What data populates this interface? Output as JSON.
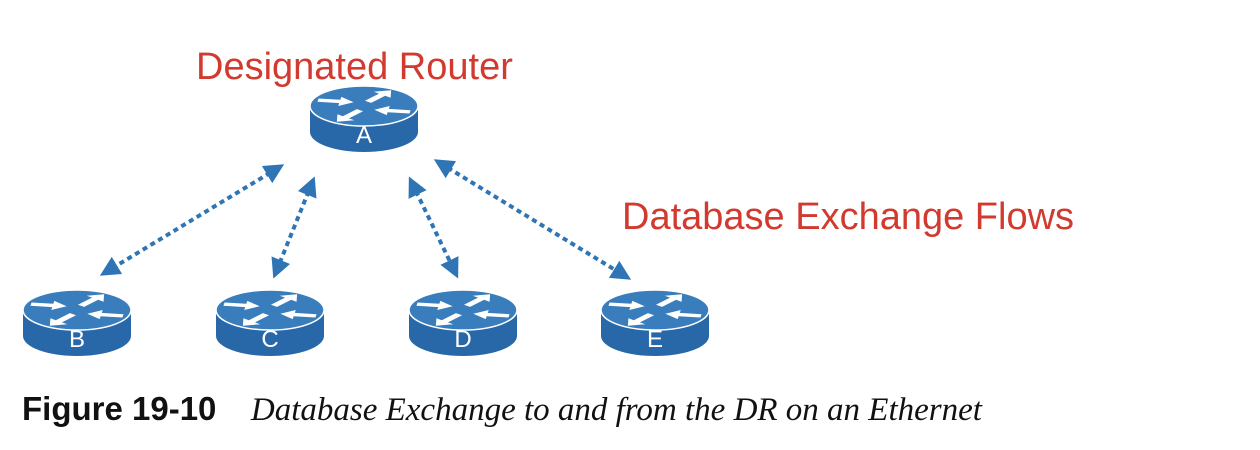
{
  "labels": {
    "designated_router": "Designated Router",
    "flows": "Database Exchange Flows"
  },
  "routers": [
    {
      "id": "A",
      "label": "A"
    },
    {
      "id": "B",
      "label": "B"
    },
    {
      "id": "C",
      "label": "C"
    },
    {
      "id": "D",
      "label": "D"
    },
    {
      "id": "E",
      "label": "E"
    }
  ],
  "links": [
    {
      "from": "A",
      "to": "B",
      "style": "dotted",
      "direction": "bidirectional"
    },
    {
      "from": "A",
      "to": "C",
      "style": "dotted",
      "direction": "bidirectional"
    },
    {
      "from": "A",
      "to": "D",
      "style": "dotted",
      "direction": "bidirectional"
    },
    {
      "from": "A",
      "to": "E",
      "style": "dotted",
      "direction": "bidirectional"
    }
  ],
  "caption": {
    "number": "Figure 19-10",
    "title": "Database Exchange to and from the DR on an Ethernet"
  },
  "colors": {
    "router_top": "#3a7dbc",
    "router_side": "#2868a8",
    "arrow": "#2f75b5",
    "label_red": "#d23a2f"
  },
  "icons": {
    "router": "router-icon"
  }
}
